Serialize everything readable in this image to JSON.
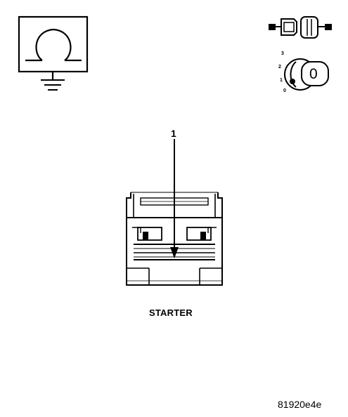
{
  "diagram": {
    "callout_number": "1",
    "component_caption": "STARTER",
    "figure_code": "81920e4e",
    "ignition_positions": [
      "3",
      "2",
      "1",
      "0"
    ],
    "ignition_key_position": "0"
  },
  "icons": {
    "ohmmeter": "ohmmeter-ground-icon",
    "connector": "disconnect-connector-icon",
    "ignition": "ignition-key-icon"
  },
  "colors": {
    "ink": "#000000",
    "background": "#ffffff"
  }
}
